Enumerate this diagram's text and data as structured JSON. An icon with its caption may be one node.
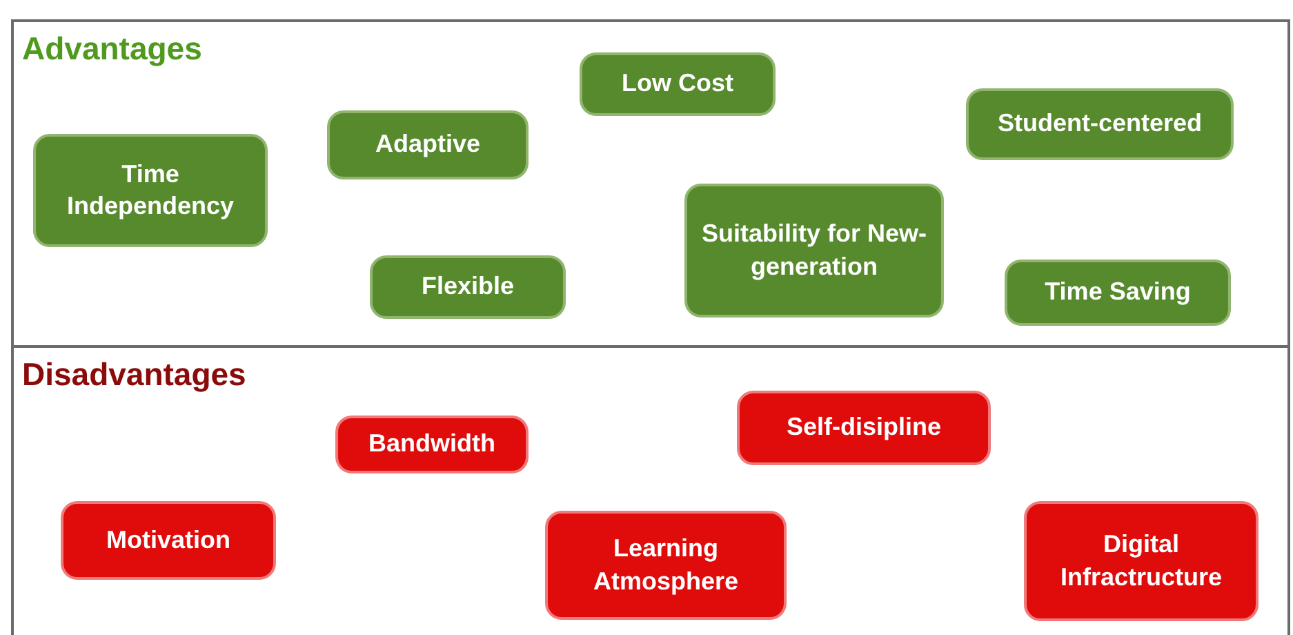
{
  "diagram": {
    "nodes": [
      {
        "text": [
          "Advantages"
        ]
      },
      {
        "text": [
          "Low Cost"
        ],
        "in": 0
      },
      {
        "text": [
          "Student-centered"
        ],
        "in": 0
      },
      {
        "text": [
          "Adaptive"
        ],
        "in": 0
      },
      {
        "text": [
          "Time Independency"
        ],
        "in": 0
      },
      {
        "text": [
          "Suitability for New-generation"
        ],
        "in": 0
      },
      {
        "text": [
          "Flexible"
        ],
        "in": 0
      },
      {
        "text": [
          "Time Saving"
        ],
        "in": 0
      },
      {
        "text": [
          "Disadvantages"
        ]
      },
      {
        "text": [
          "Self-disipline"
        ],
        "in": 8
      },
      {
        "text": [
          "Bandwidth"
        ],
        "in": 8
      },
      {
        "text": [
          "Motivation"
        ],
        "in": 8
      },
      {
        "text": [
          "Learning Atmosphere"
        ],
        "in": 8
      },
      {
        "text": [
          "Digital Infractructure"
        ],
        "in": 8
      }
    ]
  }
}
